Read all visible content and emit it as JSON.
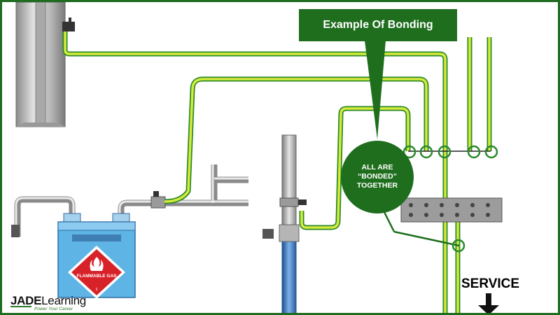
{
  "callout": {
    "title": "Example Of Bonding"
  },
  "bond_circle": {
    "line1": "ALL ARE",
    "line2": "“BONDED”",
    "line3": "TOGETHER"
  },
  "service": {
    "label": "SERVICE"
  },
  "gas_sign": {
    "label": "FLAMMABLE GAS",
    "class_number": "2"
  },
  "logo": {
    "brand_bold": "JADE",
    "brand_light": "Learning",
    "tagline": "Power Your Career"
  },
  "colors": {
    "bond_wire": "#c8e23a",
    "bond_wire_edge": "#2a8a2a",
    "callout_bg": "#1e6e1e",
    "gas_meter": "#5fb4e6",
    "water_pipe": "#3a78c0",
    "frame": "#1f6b1f"
  }
}
